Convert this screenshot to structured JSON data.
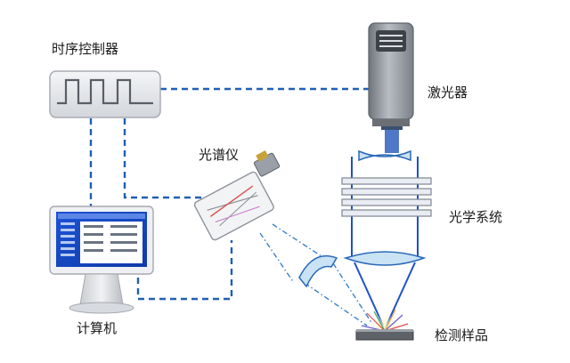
{
  "labels": {
    "timing_controller": "时序控制器",
    "laser": "激光器",
    "spectrometer": "光谱仪",
    "optical_system": "光学系统",
    "computer": "计算机",
    "sample": "检测样品"
  },
  "colors": {
    "signal_line": "#1f5fb5",
    "beam": "#1e4fd0",
    "device_gray": "#8a8f97",
    "screen_blue": "#1747c8"
  },
  "icons": {
    "timing_controller": "pulse-wave-icon",
    "laser": "laser-tower-icon",
    "spectrometer": "spectrometer-box-icon",
    "computer": "monitor-icon",
    "sample": "sample-plate-icon"
  }
}
